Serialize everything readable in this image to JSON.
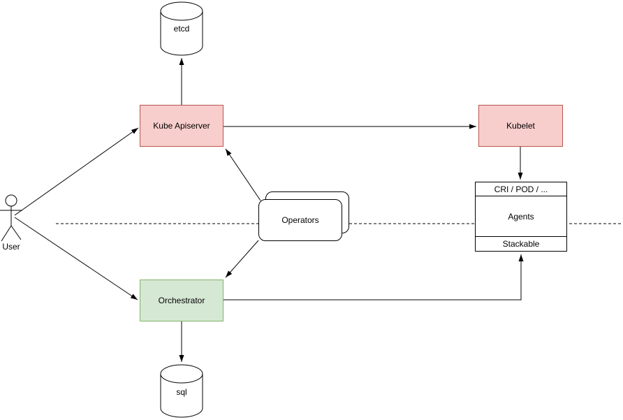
{
  "diagram": {
    "nodes": {
      "etcd": {
        "label": "etcd",
        "type": "database-cylinder"
      },
      "kube_apiserver": {
        "label": "Kube Apiserver",
        "fill": "#f8cecc",
        "stroke": "#b85450"
      },
      "kubelet": {
        "label": "Kubelet",
        "fill": "#f8cecc",
        "stroke": "#b85450"
      },
      "operators": {
        "label": "Operators",
        "type": "stacked-rounded-rectangle"
      },
      "agents": {
        "header": "CRI / POD / ...",
        "body": "Agents",
        "footer": "Stackable"
      },
      "orchestrator": {
        "label": "Orchestrator",
        "fill": "#d5e8d4",
        "stroke": "#82b366"
      },
      "sql": {
        "label": "sql",
        "type": "database-cylinder"
      },
      "user": {
        "label": "User",
        "type": "actor"
      }
    },
    "edges": [
      {
        "from": "user",
        "to": "kube_apiserver",
        "style": "solid-arrow"
      },
      {
        "from": "user",
        "to": "orchestrator",
        "style": "solid-arrow"
      },
      {
        "from": "kube_apiserver",
        "to": "etcd",
        "style": "solid-arrow"
      },
      {
        "from": "kube_apiserver",
        "to": "kubelet",
        "style": "solid-arrow"
      },
      {
        "from": "operators",
        "to": "kube_apiserver",
        "style": "solid-arrow"
      },
      {
        "from": "operators",
        "to": "orchestrator",
        "style": "solid-arrow"
      },
      {
        "from": "kubelet",
        "to": "agents",
        "style": "solid-arrow"
      },
      {
        "from": "orchestrator",
        "to": "sql",
        "style": "solid-arrow"
      },
      {
        "from": "orchestrator",
        "to": "agents_footer",
        "style": "solid-arrow-elbow"
      },
      {
        "type": "separator",
        "style": "dashed-horizontal-line"
      }
    ],
    "colors": {
      "background": "#ffffff",
      "line": "#000000",
      "red_fill": "#f8cecc",
      "red_stroke": "#b85450",
      "green_fill": "#d5e8d4",
      "green_stroke": "#82b366"
    }
  }
}
